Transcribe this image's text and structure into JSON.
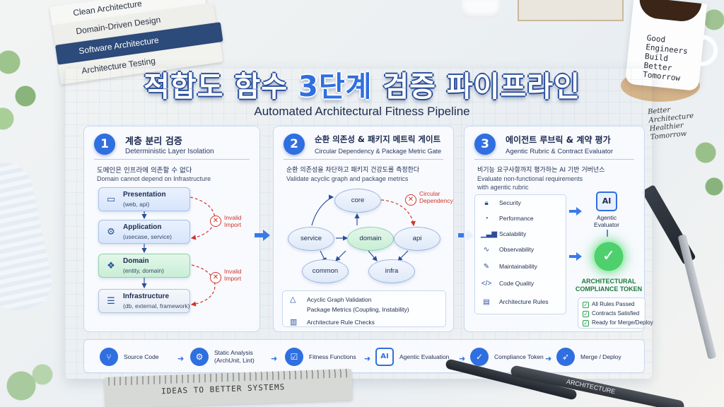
{
  "background": {
    "books": [
      "Clean Architecture",
      "Domain-Driven Design",
      "Software Architecture",
      "Architecture Testing"
    ],
    "mug_text": [
      "Good",
      "Engineers",
      "Build",
      "Better",
      "Tomorrow"
    ],
    "note_text": [
      "Better",
      "Architecture",
      "Healthier",
      "Tomorrow"
    ],
    "ruler_text": "IDEAS TO BETTER SYSTEMS",
    "pen_text": "ARCHITECTURE"
  },
  "title": {
    "ko_part1": "적합도 함수 ",
    "ko_highlight": "3단계",
    "ko_part2": " 검증 파이프라인",
    "en": "Automated Architectural Fitness Pipeline"
  },
  "panel1": {
    "number": "1",
    "title_ko": "계층 분리 검증",
    "title_en": "Deterministic Layer Isolation",
    "desc_ko": "도메인은 인프라에 의존할 수 없다",
    "desc_en": "Domain cannot depend on Infrastructure",
    "layers": [
      {
        "name": "Presentation",
        "sub": "(web, api)",
        "icon": "browser-icon"
      },
      {
        "name": "Application",
        "sub": "(usecase, service)",
        "icon": "user-cog-icon"
      },
      {
        "name": "Domain",
        "sub": "(entity, domain)",
        "icon": "cubes-icon"
      },
      {
        "name": "Infrastructure",
        "sub": "(db, external, framework)",
        "icon": "database-icon"
      }
    ],
    "invalid_label": "Invalid\nImport",
    "invalid_label_2": "Invalid\nImport"
  },
  "panel2": {
    "number": "2",
    "title_ko": "순환 의존성 & 패키지 메트릭 게이트",
    "title_en": "Circular Dependency & Package Metric Gate",
    "desc_ko": "순환 의존성을 차단하고 패키지 건강도를 측정한다",
    "desc_en": "Validate acyclic graph and package metrics",
    "nodes": {
      "core": "core",
      "service": "service",
      "domain": "domain",
      "api": "api",
      "common": "common",
      "infra": "infra"
    },
    "circular_label": "Circular\nDependency",
    "checks": [
      {
        "icon": "graph-icon",
        "text": "Acyclic Graph Validation"
      },
      {
        "icon": "package-icon",
        "text": "Package Metrics (Coupling, Instability)"
      },
      {
        "icon": "bar-chart-icon",
        "text": "Architecture Rule Checks"
      }
    ]
  },
  "panel3": {
    "number": "3",
    "title_ko": "에이전트 루브릭 & 계약 평가",
    "title_en": "Agentic Rubric & Contract Evaluator",
    "desc_ko": "비기능 요구사항까지 평가하는 AI 기반 거버넌스",
    "desc_en": "Evaluate non-functional requirements\nwith agentic rubric",
    "criteria": [
      {
        "icon": "lock-icon",
        "text": "Security"
      },
      {
        "icon": "gauge-icon",
        "text": "Performance"
      },
      {
        "icon": "scale-bars-icon",
        "text": "Scalability"
      },
      {
        "icon": "pulse-icon",
        "text": "Observability"
      },
      {
        "icon": "wrench-icon",
        "text": "Maintainability"
      },
      {
        "icon": "code-icon",
        "text": "Code Quality"
      },
      {
        "icon": "document-icon",
        "text": "Architecture Rules"
      }
    ],
    "ai_badge": "AI",
    "evaluator_label": "Agentic\nEvaluator",
    "token_label": "ARCHITECTURAL\nCOMPLIANCE TOKEN",
    "results": [
      "All Rules Passed",
      "Contracts Satisfied",
      "Ready for Merge/Deploy"
    ]
  },
  "pipeline": [
    {
      "icon": "git-icon",
      "text": "Source Code"
    },
    {
      "icon": "gear-icon",
      "text": "Static Analysis\n(ArchUnit, Lint)"
    },
    {
      "icon": "checklist-icon",
      "text": "Fitness Functions"
    },
    {
      "icon": "ai-chip-icon",
      "text": "Agentic Evaluation",
      "badge": "AI"
    },
    {
      "icon": "shield-check-icon",
      "text": "Compliance Token"
    },
    {
      "icon": "rocket-icon",
      "text": "Merge / Deploy"
    }
  ],
  "colors": {
    "accent": "#2f6fe0",
    "error": "#d0342c",
    "success": "#27a04c",
    "domain_green": "#c9eed6"
  }
}
